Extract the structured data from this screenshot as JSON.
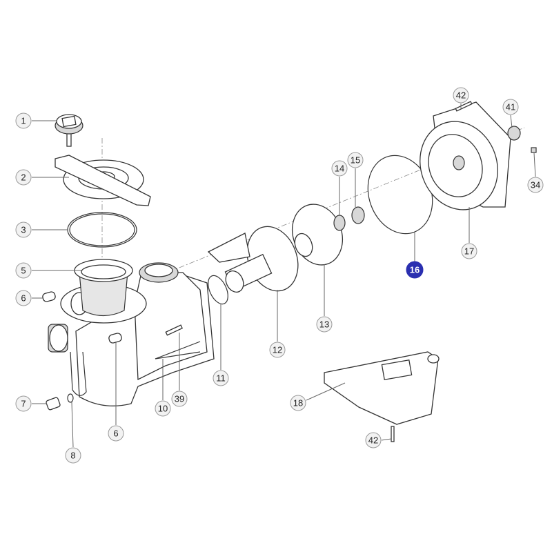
{
  "diagram": {
    "type": "exploded-parts-view",
    "highlight_color": "#2a2fb0",
    "callouts": {
      "c1": "1",
      "c2": "2",
      "c3": "3",
      "c5": "5",
      "c6a": "6",
      "c6b": "6",
      "c7": "7",
      "c8": "8",
      "c10": "10",
      "c39": "39",
      "c11": "11",
      "c12": "12",
      "c13": "13",
      "c14": "14",
      "c15": "15",
      "c16": "16",
      "c17": "17",
      "c41": "41",
      "c42a": "42",
      "c42b": "42",
      "c34": "34",
      "c18": "18"
    },
    "highlighted": "16"
  }
}
